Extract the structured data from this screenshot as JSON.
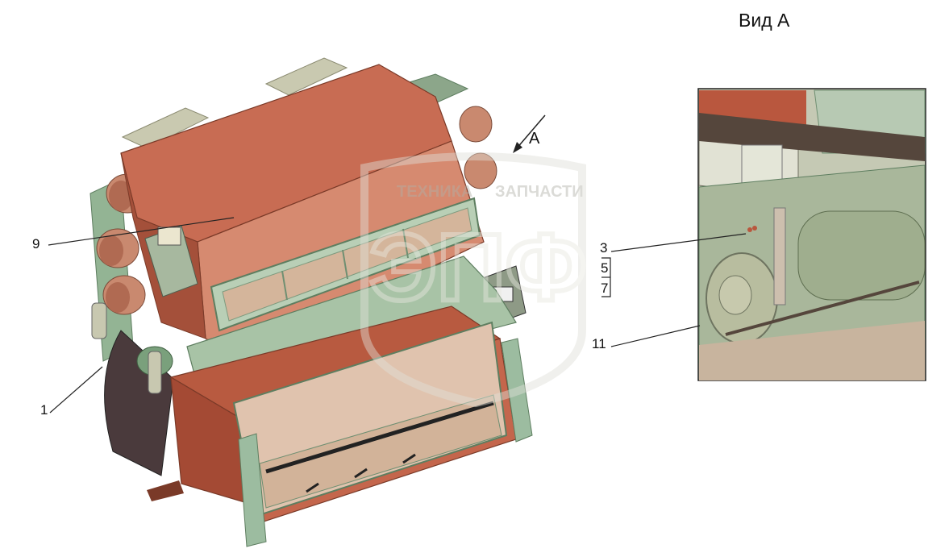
{
  "view_title": "Вид А",
  "view_arrow_label": "А",
  "callouts": {
    "c1": "1",
    "c3": "3",
    "c5": "5",
    "c7": "7",
    "c9": "9",
    "c11": "11"
  },
  "watermark": {
    "top_left": "ТЕХНИКА",
    "top_right": "ЗАПЧАСТИ",
    "monogram": "ЭПФ"
  },
  "colors": {
    "housing": "#b8553c",
    "housing_light": "#cf7b62",
    "frame": "#9fc0a0",
    "frame_dark": "#6f8f72",
    "inset_bg": "#c3c9b3"
  }
}
